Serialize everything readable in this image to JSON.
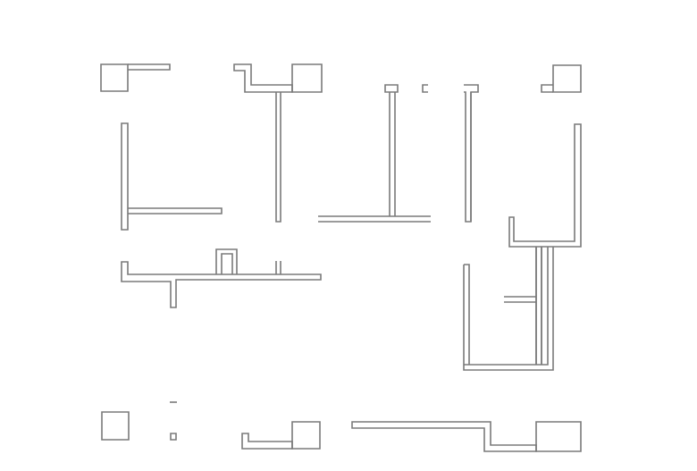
{
  "diagram": {
    "kind": "architectural floor plan (wall outlines only, no text labels)",
    "colors": {
      "background": "#ffffff",
      "wall_line": "#7a7a7a"
    },
    "elements": [
      "column-top-left",
      "wall-top-left-stub",
      "wall-top-second",
      "column-top-second",
      "wall-upper-mid-vertical",
      "wall-cap-top-center",
      "wall-top-center-tee",
      "wall-center-horizontal",
      "wall-marker-small",
      "wall-cap-right-of-center",
      "wall-right-of-center-vertical",
      "column-top-right",
      "wall-top-right-stub",
      "wall-left-vertical",
      "wall-left-horizontal",
      "wall-right-vertical-u",
      "wall-middle-run",
      "wall-doorway-frame",
      "wall-doorway-inner",
      "wall-thin-post",
      "wall-lower-right-u",
      "wall-lower-right-shaft",
      "wall-lower-right-spur",
      "column-bottom-left",
      "wall-marker-dash",
      "wall-marker-tiny-square",
      "wall-bottom-second",
      "column-bottom-second",
      "wall-bottom-right-long",
      "column-bottom-right"
    ]
  }
}
